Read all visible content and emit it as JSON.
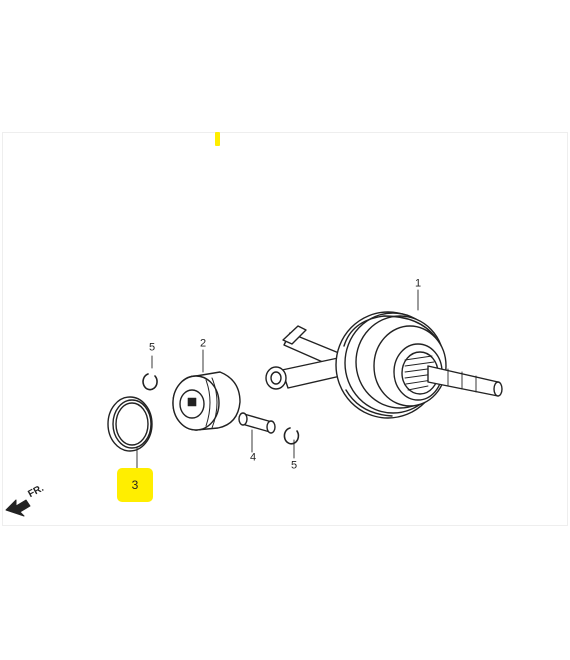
{
  "callouts": {
    "part1": "1",
    "part2": "2",
    "part3": "3",
    "part4": "4",
    "part5_top": "5",
    "part5_bottom": "5"
  },
  "direction_label": "FR.",
  "colors": {
    "highlight": "#ffee00",
    "line": "#222222",
    "fill": "#ffffff"
  },
  "highlighted_part": "3"
}
